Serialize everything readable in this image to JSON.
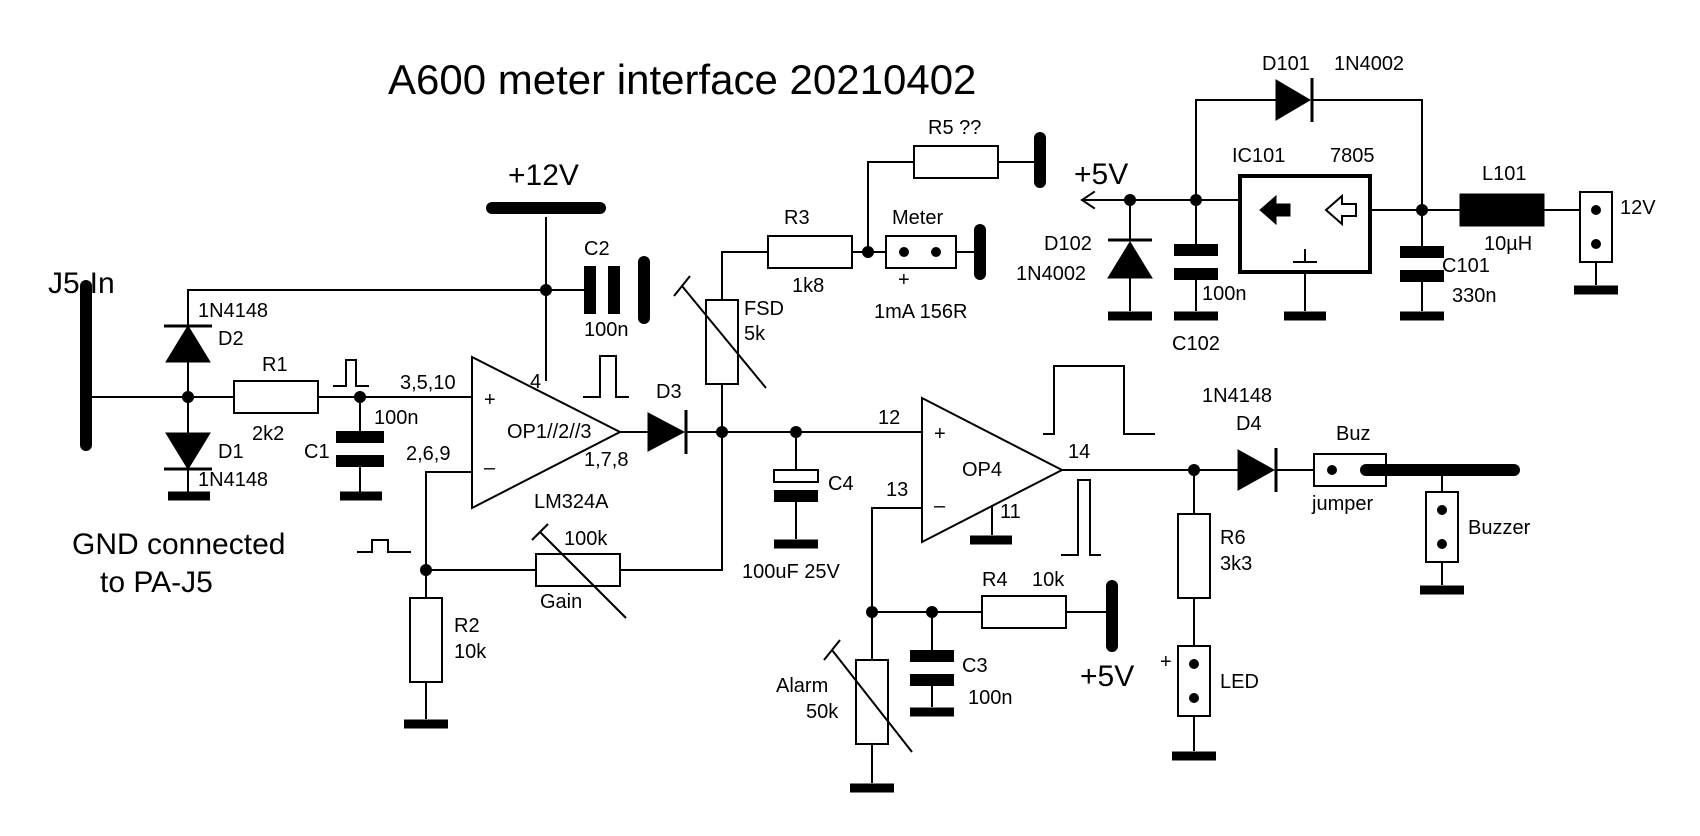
{
  "title": "A600 meter interface 20210402",
  "labels": {
    "j5_in": "J5-In",
    "gnd_note_1": "GND connected",
    "gnd_note_2": "to PA-J5",
    "d2_part": "1N4148",
    "d2_ref": "D2",
    "d1_ref": "D1",
    "d1_part": "1N4148",
    "r1_ref": "R1",
    "r1_val": "2k2",
    "c1_ref": "C1",
    "c1_val": "100n",
    "op_inputs_plus": "3,5,10",
    "op_inputs_minus": "2,6,9",
    "op_outputs": "1,7,8",
    "op_name": "OP1//2//3",
    "op_chip": "LM324A",
    "op_pin4": "4",
    "plus12v": "+12V",
    "c2_ref": "C2",
    "c2_val": "100n",
    "d3_ref": "D3",
    "fsd_ref": "FSD",
    "fsd_val": "5k",
    "r3_ref": "R3",
    "r3_val": "1k8",
    "r5_ref": "R5 ??",
    "meter_ref": "Meter",
    "meter_val": "1mA 156R",
    "gain_val": "100k",
    "gain_ref": "Gain",
    "r2_ref": "R2",
    "r2_val": "10k",
    "c4_ref": "C4",
    "c4_val": "100uF 25V",
    "pin12": "12",
    "pin13": "13",
    "pin14": "14",
    "pin11": "11",
    "op4_name": "OP4",
    "r4_ref": "R4",
    "r4_val": "10k",
    "plus5v_r4": "+5V",
    "c3_ref": "C3",
    "c3_val": "100n",
    "alarm_ref": "Alarm",
    "alarm_val": "50k",
    "d4_part": "1N4148",
    "d4_ref": "D4",
    "r6_ref": "R6",
    "r6_val": "3k3",
    "led_ref": "LED",
    "buz_ref": "Buz",
    "buz_jumper": "jumper",
    "buzzer_ref": "Buzzer",
    "plus5v_top": "+5V",
    "d102_ref": "D102",
    "d102_part": "1N4002",
    "c102_ref": "C102",
    "c102_val": "100n",
    "ic101_ref": "IC101",
    "ic101_part": "7805",
    "d101_ref": "D101",
    "d101_part": "1N4002",
    "c101_ref": "C101",
    "c101_val": "330n",
    "l101_ref": "L101",
    "l101_val": "10µH",
    "in12v": "12V",
    "plus_sign": "+"
  }
}
